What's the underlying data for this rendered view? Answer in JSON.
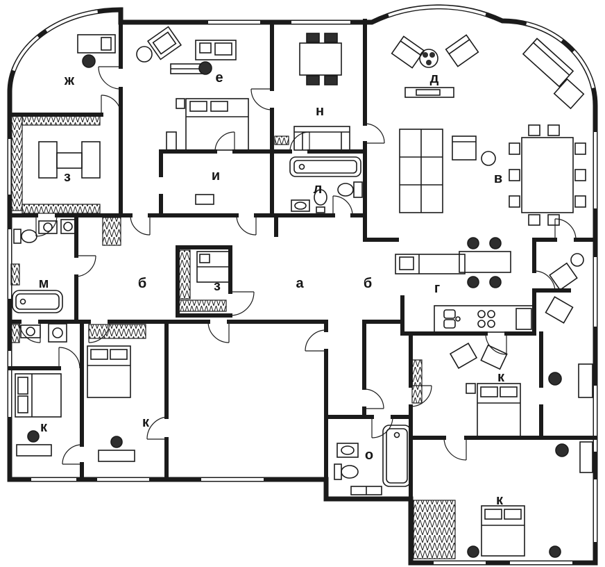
{
  "plan": {
    "background": "#ffffff",
    "line_color": "#1b1b1b",
    "rooms": [
      {
        "id": "zh",
        "label": "ж"
      },
      {
        "id": "e",
        "label": "е"
      },
      {
        "id": "n",
        "label": "н"
      },
      {
        "id": "d",
        "label": "д"
      },
      {
        "id": "z-top",
        "label": "з"
      },
      {
        "id": "i",
        "label": "и"
      },
      {
        "id": "l",
        "label": "л"
      },
      {
        "id": "v",
        "label": "в"
      },
      {
        "id": "m",
        "label": "м"
      },
      {
        "id": "b-left",
        "label": "б"
      },
      {
        "id": "z-mid",
        "label": "з"
      },
      {
        "id": "a",
        "label": "а"
      },
      {
        "id": "b-right",
        "label": "б"
      },
      {
        "id": "g",
        "label": "г"
      },
      {
        "id": "k-sw1",
        "label": "к"
      },
      {
        "id": "k-sw2",
        "label": "к"
      },
      {
        "id": "k-east",
        "label": "к"
      },
      {
        "id": "o",
        "label": "о"
      },
      {
        "id": "k-se",
        "label": "к"
      }
    ]
  }
}
